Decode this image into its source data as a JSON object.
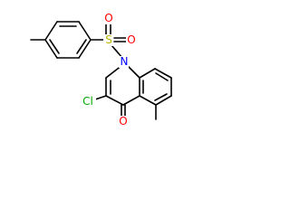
{
  "molecule": {
    "atoms": {
      "n1": {
        "label": "N",
        "color": "#0000ff"
      },
      "s1": {
        "label": "S",
        "color": "#b5b500"
      },
      "o_s_top": {
        "label": "O",
        "color": "#ff0000"
      },
      "o_s_right": {
        "label": "O",
        "color": "#ff0000"
      },
      "cl": {
        "label": "Cl",
        "color": "#00aa00"
      },
      "o_keto": {
        "label": "O",
        "color": "#ff0000"
      }
    }
  }
}
